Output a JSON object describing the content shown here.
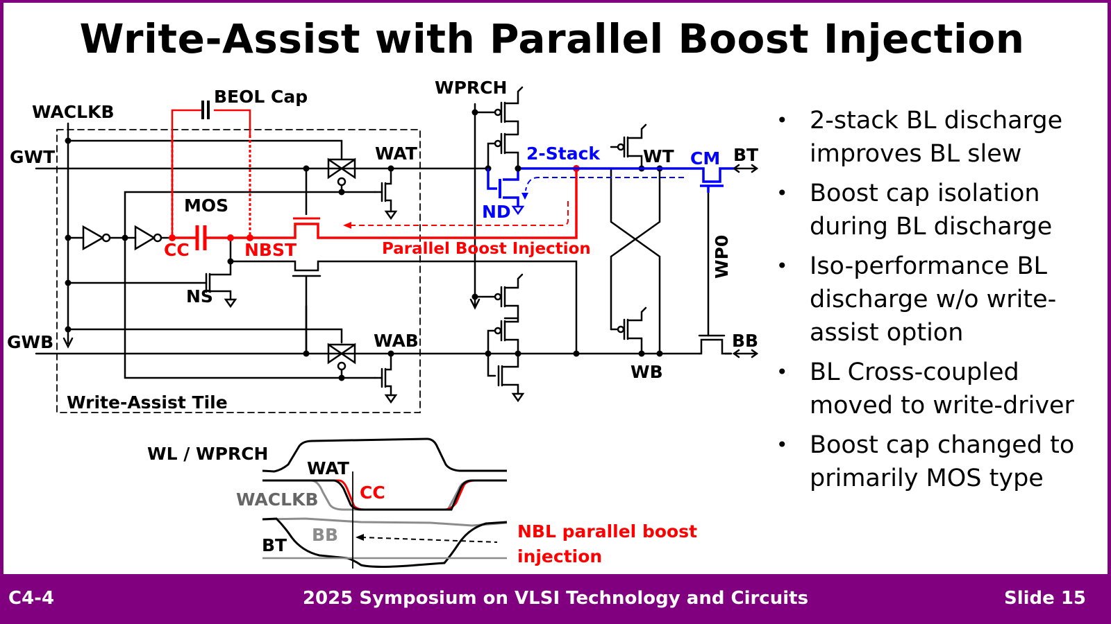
{
  "slide": {
    "title": "Write-Assist with Parallel Boost Injection",
    "footer": {
      "session": "C4-4",
      "conference": "2025 Symposium on VLSI Technology and Circuits",
      "slide_number": "Slide 15"
    },
    "colors": {
      "frame": "#800080",
      "boost_path": "#ff0000",
      "stack_path": "#0000ff",
      "wire": "#000000",
      "waveform_gray": "#8c8c8c"
    },
    "bullets": [
      {
        "text": "2-stack BL discharge improves BL slew"
      },
      {
        "text": "Boost cap isolation during BL discharge"
      },
      {
        "text": "Iso-performance BL discharge w/o write-assist option"
      },
      {
        "text": "BL Cross-coupled moved to write-driver"
      },
      {
        "text": "Boost cap changed to primarily MOS type"
      }
    ]
  },
  "schematic": {
    "labels": {
      "waclkb": "WACLKB",
      "gwt": "GWT",
      "gwb": "GWB",
      "beol_cap": "BEOL Cap",
      "mos": "MOS",
      "cc": "CC",
      "nbst": "NBST",
      "ns": "NS",
      "wat": "WAT",
      "wab": "WAB",
      "tile": "Write-Assist Tile",
      "wprch": "WPRCH",
      "two_stack": "2-Stack",
      "nd": "ND",
      "wt": "WT",
      "wb": "WB",
      "cm": "CM",
      "bt": "BT",
      "bb": "BB",
      "wp0": "WP0",
      "parallel_boost": "Parallel Boost Injection"
    }
  },
  "waveform": {
    "labels": {
      "wl_wprch": "WL / WPRCH",
      "wat": "WAT",
      "cc": "CC",
      "waclkb": "WACLKB",
      "bb": "BB",
      "bt": "BT",
      "annotation_line1": "NBL parallel boost",
      "annotation_line2": "injection"
    }
  }
}
